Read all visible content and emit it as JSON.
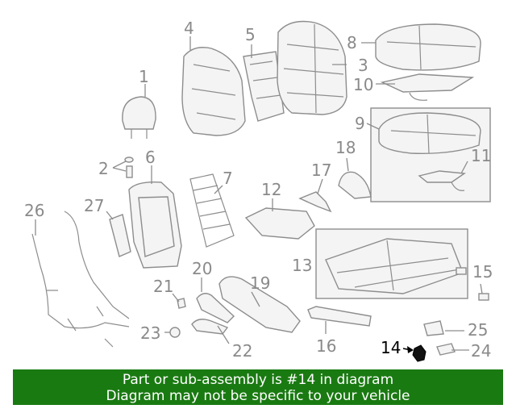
{
  "callouts": {
    "c1": "1",
    "c2": "2",
    "c3": "3",
    "c4": "4",
    "c5": "5",
    "c6": "6",
    "c7": "7",
    "c8": "8",
    "c9": "9",
    "c10": "10",
    "c11": "11",
    "c12": "12",
    "c13": "13",
    "c14": "14",
    "c15": "15",
    "c16": "16",
    "c17": "17",
    "c18": "18",
    "c19": "19",
    "c20": "20",
    "c21": "21",
    "c22": "22",
    "c23": "23",
    "c24": "24",
    "c25": "25",
    "c26": "26",
    "c27": "27"
  },
  "highlighted_part": "14",
  "colors": {
    "highlight": "#000000",
    "banner_bg": "#1a7a12",
    "banner_text": "#ffffff",
    "line_art": "#8d8d8d"
  },
  "banner": {
    "line1": "Part or sub-assembly is #14 in diagram",
    "line2": "Diagram may not be specific to your vehicle"
  }
}
